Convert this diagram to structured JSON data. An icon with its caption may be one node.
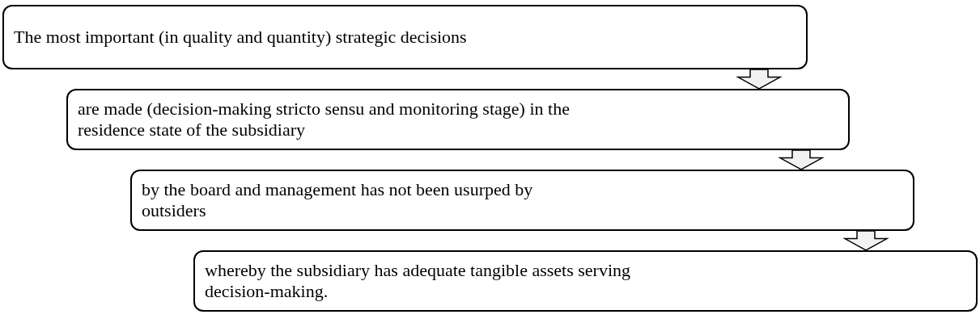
{
  "diagram": {
    "nodes": [
      {
        "text": [
          "The most important (in quality and quantity) strategic decisions"
        ]
      },
      {
        "text": [
          "are made (decision-making stricto sensu and monitoring stage) in the residence state of the subsidiary"
        ]
      },
      {
        "text": [
          "by the board and management has not been usurped by outsiders"
        ]
      },
      {
        "text": [
          "whereby the subsidiary has adequate tangible assets serving decision-making."
        ]
      }
    ],
    "edges": [
      {
        "from": 0,
        "to": 1,
        "arrow": "to"
      },
      {
        "from": 1,
        "to": 2,
        "arrow": "to"
      },
      {
        "from": 2,
        "to": 3,
        "arrow": "to"
      }
    ]
  }
}
